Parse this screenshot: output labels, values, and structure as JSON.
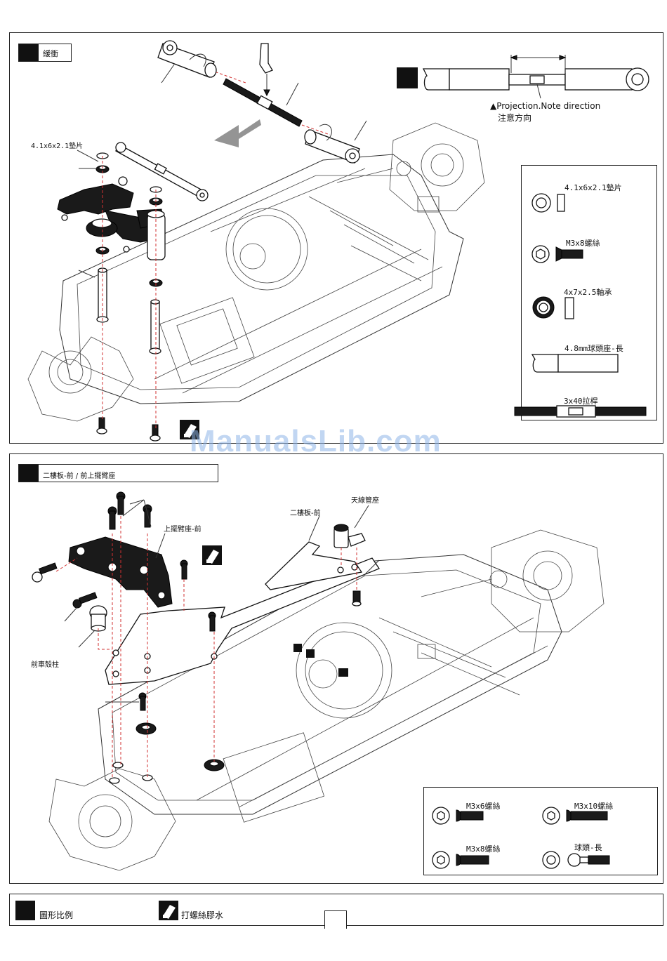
{
  "step1": {
    "title": "緩衝",
    "projection_note_en": "▲Projection.Note direction",
    "projection_note_zh": "注意方向",
    "label_washer": "4.1x6x2.1墊片",
    "legend": [
      {
        "label": "4.1x6x2.1墊片",
        "icon": "washer-icon"
      },
      {
        "label": "M3x8螺絲",
        "icon": "countersunk-screw-icon"
      },
      {
        "label": "4x7x2.5軸承",
        "icon": "bearing-icon"
      },
      {
        "label": "4.8mm球頭座-長",
        "icon": "ball-cup-icon"
      },
      {
        "label": "3x40拉桿",
        "icon": "turnbuckle-icon"
      }
    ]
  },
  "step2": {
    "title": "二樓板-前 / 前上擺臂座",
    "label_upper_arm_mount": "上擺臂座-前",
    "label_second_deck": "二樓板-前",
    "label_antenna_mount": "天線管座",
    "label_front_post": "前車殼柱",
    "legend": [
      {
        "label": "M3x6螺絲",
        "icon": "button-screw-icon"
      },
      {
        "label": "M3x10螺絲",
        "icon": "button-screw-icon"
      },
      {
        "label": "M3x8螺絲",
        "icon": "button-screw-icon"
      },
      {
        "label": "球頭-長",
        "icon": "ball-stud-icon"
      }
    ]
  },
  "footer": {
    "scale_label": "圖形比例",
    "threadlock_label": "打螺絲膠水"
  },
  "watermark": "ManualsLib.com"
}
